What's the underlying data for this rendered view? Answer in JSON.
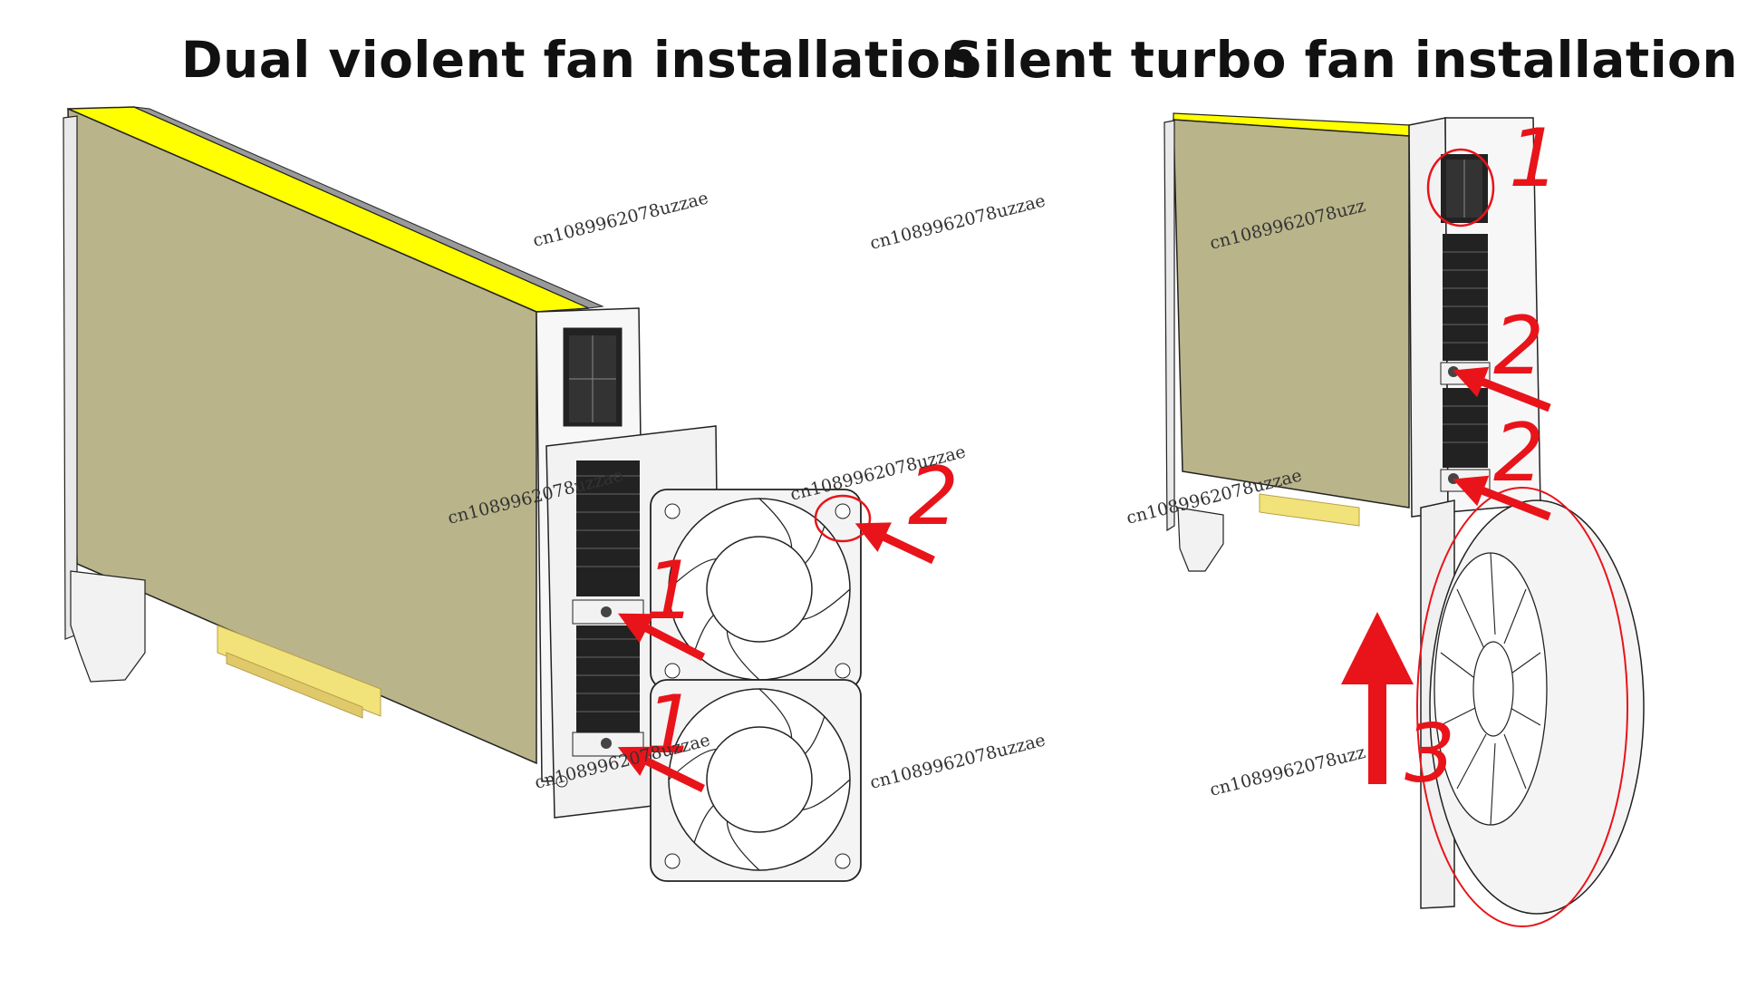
{
  "titles": {
    "left": "Dual violent fan installation",
    "right": "Silent turbo fan installation"
  },
  "watermark": "cn1089962078uzzae",
  "watermark_partial": "cn1089962078uzz",
  "left_steps": [
    "1",
    "1",
    "2"
  ],
  "right_steps": [
    "1",
    "2",
    "2",
    "3"
  ],
  "colors": {
    "card_body": "#b9b48a",
    "card_top": "#ffff00",
    "connector": "#f2e27a",
    "arrow": "#e8141a",
    "outline": "#222222"
  }
}
